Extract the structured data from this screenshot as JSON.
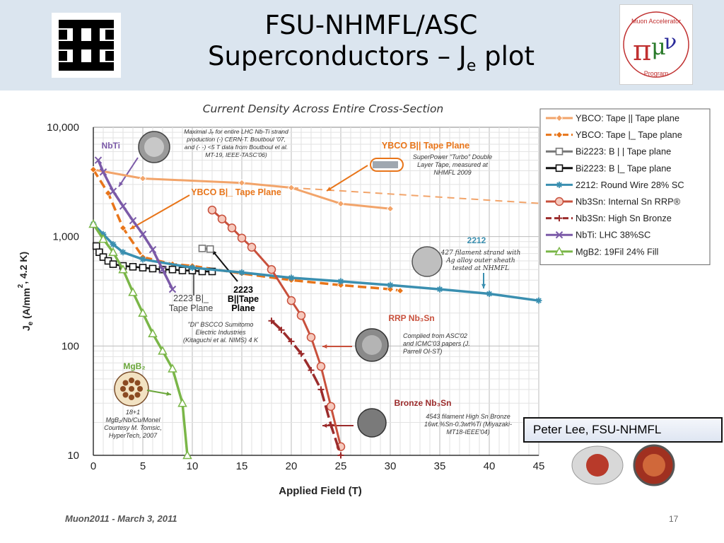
{
  "slide": {
    "title_line1": "FSU-NHMFL/ASC",
    "title_line2_prefix": "Superconductors – J",
    "title_line2_sub": "e",
    "title_line2_suffix": " plot",
    "footer_left": "Muon2011  -  March 3, 2011",
    "page_number": "17",
    "credit": "Peter Lee, FSU-NHMFL",
    "map_logo_top": "Muon Accelerator",
    "map_logo_bottom": "Program",
    "colors": {
      "header_bg": "#dbe5ef",
      "accent_orange": "#f08a2c",
      "teal": "#3a8fb0"
    }
  },
  "chart_data": {
    "type": "line",
    "title": "Current Density Across Entire Cross-Section",
    "xlabel": "Applied Field (T)",
    "ylabel": "J_e (A/mm², 4.2 K)",
    "ylabel_parts": {
      "j": "J",
      "sub": "e",
      "rest": " (A/mm",
      "sup": "2",
      "end": ", 4.2 K)"
    },
    "xlim": [
      0,
      45
    ],
    "ylim": [
      10,
      10000
    ],
    "yscale": "log",
    "grid": true,
    "legend_position": "top-right",
    "x_ticks": [
      "0",
      "5",
      "10",
      "15",
      "20",
      "25",
      "30",
      "35",
      "40",
      "45"
    ],
    "y_ticks": [
      {
        "value": 10000,
        "label": "10,000"
      },
      {
        "value": 1000,
        "label": "1,000"
      },
      {
        "value": 100,
        "label": "100"
      },
      {
        "value": 10,
        "label": "10"
      }
    ],
    "series": [
      {
        "name": "YBCO: Tape || Tape plane",
        "color": "#f2a46a",
        "marker": "diamond",
        "dash": "",
        "width": 3,
        "x": [
          0,
          5,
          15,
          20,
          25,
          30
        ],
        "y": [
          4100,
          3400,
          3100,
          2800,
          2000,
          1800
        ]
      },
      {
        "name": "YBCO: Tape |_ Tape plane",
        "color": "#e8751a",
        "marker": "diamond",
        "dash": "12,6",
        "width": 3.5,
        "x": [
          0,
          1.5,
          3,
          5,
          8,
          10,
          15,
          20,
          25,
          30,
          31
        ],
        "y": [
          4100,
          2500,
          1200,
          650,
          560,
          540,
          460,
          400,
          360,
          330,
          320
        ]
      },
      {
        "name": "Bi2223: B || Tape plane",
        "color": "#777777",
        "marker": "square",
        "dash": "",
        "width": 3,
        "x": [
          11,
          11.8
        ],
        "y": [
          780,
          770
        ]
      },
      {
        "name": "Bi2223: B |_ Tape plane",
        "color": "#111111",
        "marker": "square",
        "dash": "",
        "width": 2.5,
        "x": [
          0.3,
          0.6,
          1,
          1.5,
          2,
          3,
          4,
          5,
          6,
          7,
          8,
          9,
          10,
          11,
          12
        ],
        "y": [
          820,
          720,
          650,
          600,
          560,
          540,
          530,
          520,
          510,
          500,
          500,
          490,
          490,
          480,
          480
        ]
      },
      {
        "name": "2212: Round Wire 28% SC",
        "color": "#3a8fb0",
        "marker": "star",
        "dash": "",
        "width": 3.5,
        "x": [
          0,
          1,
          2,
          3,
          5,
          10,
          15,
          20,
          25,
          30,
          35,
          40,
          45
        ],
        "y": [
          1300,
          1050,
          850,
          720,
          620,
          520,
          470,
          420,
          390,
          360,
          330,
          300,
          260
        ]
      },
      {
        "name": "Nb3Sn: Internal Sn RRP®",
        "color": "#c8503c",
        "marker": "circle",
        "dash": "",
        "width": 3,
        "x": [
          12,
          13,
          14,
          15,
          16,
          18,
          20,
          21,
          22,
          23,
          24,
          25
        ],
        "y": [
          1750,
          1450,
          1200,
          970,
          800,
          500,
          260,
          190,
          120,
          65,
          28,
          12
        ]
      },
      {
        "name": "Nb3Sn: High Sn Bronze",
        "color": "#9b2b2b",
        "marker": "plus",
        "dash": "18,6",
        "width": 3.5,
        "x": [
          18,
          19,
          20,
          21,
          22,
          23,
          24,
          25
        ],
        "y": [
          170,
          140,
          110,
          85,
          60,
          40,
          19,
          10
        ]
      },
      {
        "name": "NbTi: LHC 38%SC",
        "color": "#7b5aa8",
        "marker": "x",
        "dash": "",
        "width": 3.5,
        "x": [
          0.5,
          1,
          2,
          3,
          4,
          5,
          6,
          7,
          8
        ],
        "y": [
          5000,
          3900,
          2600,
          1900,
          1400,
          1050,
          760,
          500,
          330
        ]
      },
      {
        "name": "MgB2: 19Fil 24% Fill",
        "color": "#7ab648",
        "marker": "triangle",
        "dash": "",
        "width": 3.5,
        "x": [
          0,
          1,
          2,
          3,
          4,
          5,
          6,
          7,
          8,
          9,
          9.5
        ],
        "y": [
          1300,
          950,
          720,
          500,
          310,
          200,
          130,
          90,
          62,
          30,
          10
        ]
      }
    ],
    "legend_entries": [
      {
        "label": "YBCO: Tape || Tape plane",
        "series": 0
      },
      {
        "label": "YBCO: Tape |_ Tape plane",
        "series": 1
      },
      {
        "label": "Bi2223: B | | Tape plane",
        "series": 2
      },
      {
        "label": "Bi2223: B |_ Tape plane",
        "series": 3
      },
      {
        "label": "2212: Round Wire 28% SC",
        "series": 4
      },
      {
        "label": "Nb3Sn: Internal Sn RRP®",
        "series": 5
      },
      {
        "label": "Nb3Sn: High Sn Bronze",
        "series": 6
      },
      {
        "label": "NbTi: LHC 38%SC",
        "series": 7
      },
      {
        "label": "MgB2: 19Fil 24% Fill",
        "series": 8
      }
    ],
    "annotations": [
      {
        "id": "nbti",
        "text": "NbTi",
        "color": "#7b5aa8",
        "bold": true
      },
      {
        "id": "nbti-note",
        "lines": [
          "Maximal Jₑ for entire LHC Nb-Ti strand",
          "production (-) CERN-T. Boutboul '07,",
          "and (- -) <5 T data from Boutboul et al.",
          "MT-19, IEEE-TASC'06)"
        ]
      },
      {
        "id": "ybco-par",
        "text": "YBCO B|| Tape Plane",
        "color": "#e8751a",
        "bold": true
      },
      {
        "id": "ybco-note",
        "lines": [
          "SuperPower \"Turbo\" Double",
          "Layer Tape, measured at",
          "NHMFL 2009"
        ]
      },
      {
        "id": "ybco-perp",
        "text": "YBCO B|_ Tape Plane",
        "color": "#e8751a",
        "bold": true
      },
      {
        "id": "lab-2212",
        "text": "2212",
        "color": "#3a8fb0",
        "bold": true
      },
      {
        "id": "note-2212",
        "lines": [
          "427 filament strand with",
          "Ag alloy outer sheath",
          "tested at NHMFL"
        ]
      },
      {
        "id": "lab-2223-perp",
        "lines": [
          "2223 B|_",
          "Tape Plane"
        ]
      },
      {
        "id": "lab-2223-par",
        "lines": [
          "2223",
          "B||Tape",
          "Plane"
        ]
      },
      {
        "id": "note-2223",
        "lines": [
          "\"DI\" BSCCO Sumitomo",
          "Electric Industries",
          "(Kitaguchi et al. NIMS) 4 K"
        ]
      },
      {
        "id": "lab-rrp",
        "text": "RRP Nb₃Sn",
        "color": "#c8503c",
        "bold": true
      },
      {
        "id": "note-rrp",
        "lines": [
          "Complied from ASC'02",
          "and ICMC'03 papers (J.",
          "Parrell OI-ST)"
        ]
      },
      {
        "id": "lab-mgb2",
        "text": "MgB₂",
        "color": "#6aa63a",
        "bold": true
      },
      {
        "id": "note-mgb2",
        "lines": [
          "18+1",
          "MgB₂/Nb/Cu/Monel",
          "Courtesy M. Tomsic,",
          "HyperTech, 2007"
        ]
      },
      {
        "id": "lab-bronze",
        "text": "Bronze Nb₃Sn",
        "color": "#9b2b2b",
        "bold": true
      },
      {
        "id": "note-bronze",
        "lines": [
          "4543 filament High Sn Bronze",
          "16wt.%Sn-0.3wt%Ti (Miyazaki-",
          "MT18-IEEE'04)"
        ]
      }
    ]
  }
}
